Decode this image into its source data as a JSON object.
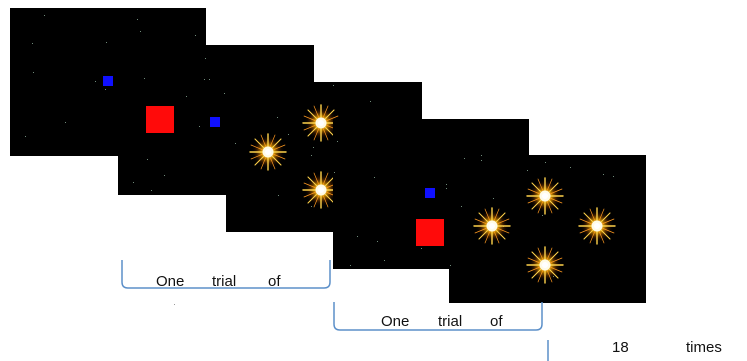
{
  "diagram": {
    "panels": [
      {
        "id": "fixation-blue-1",
        "content": "blue-square"
      },
      {
        "id": "target-red-1",
        "content": "red-square + blue-square"
      },
      {
        "id": "stars-3",
        "content": "three-stars"
      },
      {
        "id": "fixation-blue-2",
        "content": "blue-square + red-square"
      },
      {
        "id": "stars-4",
        "content": "four-stars"
      }
    ],
    "labels": {
      "trial_one_word1": "One",
      "trial_one_word2": "trial",
      "trial_one_word3": "of",
      "trial_two_word1": "One",
      "trial_two_word2": "trial",
      "trial_two_word3": "of",
      "repeat_count": "18",
      "repeat_unit": "times"
    },
    "colors": {
      "panel_background": "#000000",
      "blue_square": "#1010ff",
      "red_square": "#ff0a0a",
      "star_core": "#ffffe0",
      "star_glow": "#ffb000",
      "bracket_line": "#5b8fc9"
    }
  }
}
